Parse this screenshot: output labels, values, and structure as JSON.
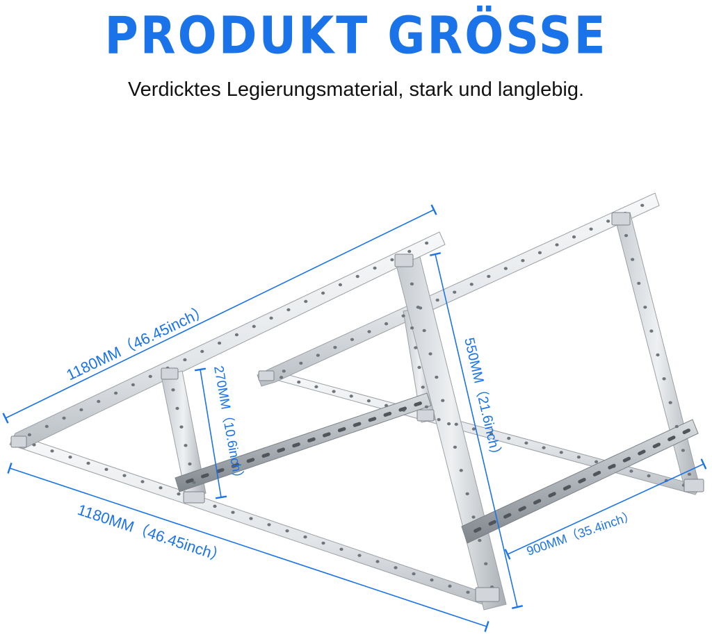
{
  "header": {
    "title": "PRODUKT GRÖSSE",
    "subtitle": "Verdicktes Legierungsmaterial, stark und langlebig."
  },
  "dimensions": {
    "top_rail": "1180MM（46.45inch）",
    "bottom_rail": "1180MM（46.45inch）",
    "short_leg": "270MM（10.6inch）",
    "long_leg": "550MM（21.6inch）",
    "width": "900MM（35.4inch）"
  },
  "colors": {
    "accent": "#1a73e8",
    "metal_light": "#eef0f2",
    "metal_mid": "#c9cdd1",
    "metal_dark": "#8c9297"
  }
}
